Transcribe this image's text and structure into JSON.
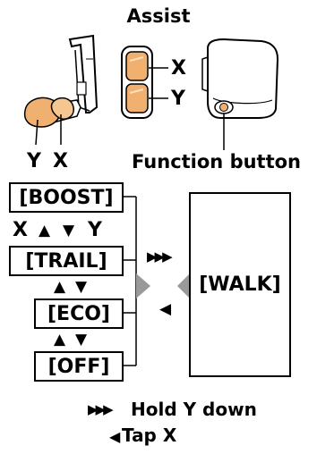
{
  "header": {
    "title": "Assist"
  },
  "controls": {
    "left_unit": {
      "label_y": "Y",
      "label_x": "X"
    },
    "middle_unit": {
      "label_x": "X",
      "label_y": "Y"
    },
    "right_unit": {
      "button_label": "Function button"
    }
  },
  "modes": {
    "boost": "[BOOST]",
    "trail": "[TRAIL]",
    "eco": "[ECO]",
    "off": "[OFF]",
    "walk": "[WALK]"
  },
  "transitions": {
    "row1": {
      "left": "X",
      "up": "▲",
      "down": "▼",
      "right": "Y"
    },
    "row2": {
      "up": "▲",
      "down": "▼"
    },
    "row3": {
      "up": "▲",
      "down": "▼"
    },
    "to_walk": "▶▶▶",
    "back": "◀"
  },
  "legend": {
    "hold_symbol": "▶▶▶",
    "hold_text": "Hold Y down",
    "tap_symbol": "◀",
    "tap_text": "Tap X"
  },
  "colors": {
    "body_fill": "#ffffff",
    "button_fill": "#f0b070",
    "button_fill_light": "#f6c690",
    "gray_arrow": "#999999"
  }
}
